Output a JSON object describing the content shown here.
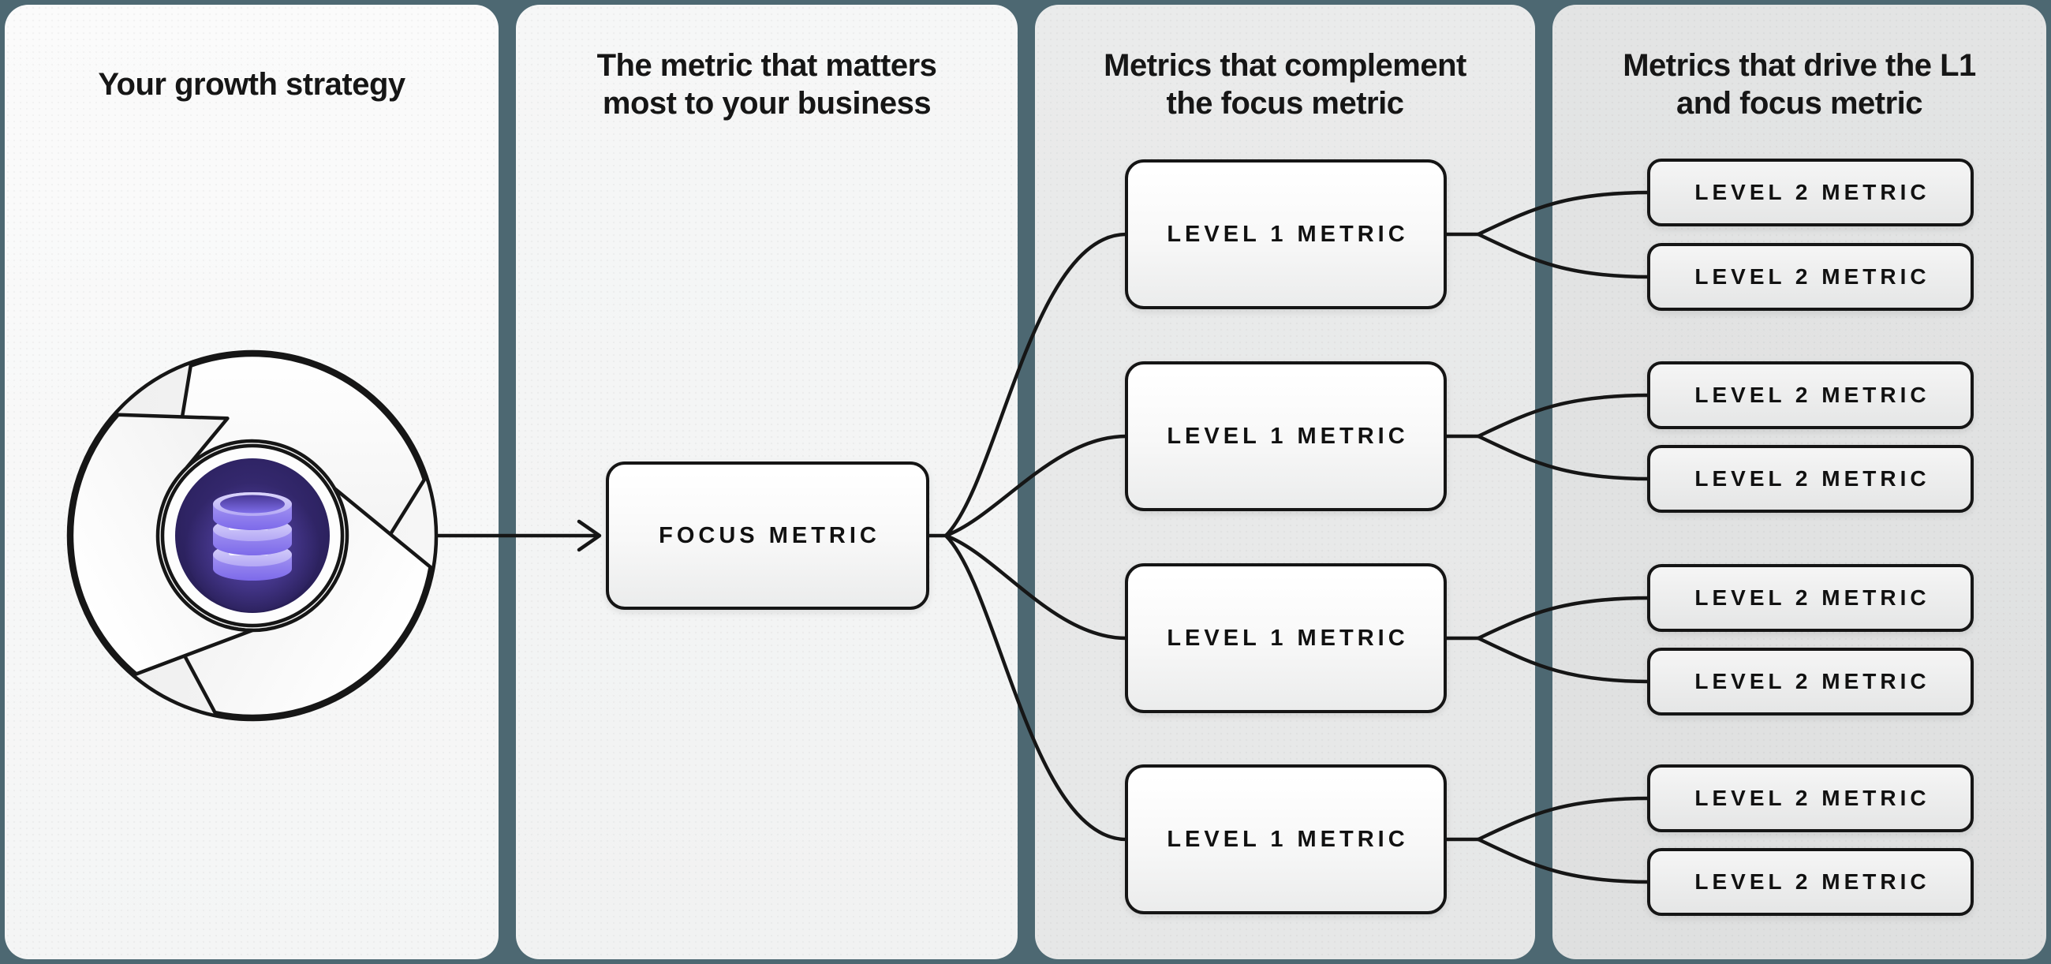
{
  "canvas": {
    "bg_color": "#4d6872"
  },
  "columns": [
    {
      "id": "growth-strategy",
      "title_lines": [
        "Your growth strategy",
        ""
      ]
    },
    {
      "id": "focus-metric",
      "title_lines": [
        "The metric that matters",
        "most to your business"
      ]
    },
    {
      "id": "level1-metrics",
      "title_lines": [
        "Metrics that complement",
        "the focus metric"
      ]
    },
    {
      "id": "level2-metrics",
      "title_lines": [
        "Metrics that drive the L1",
        "and focus metric"
      ]
    }
  ],
  "nodes": {
    "focus": {
      "label": "FOCUS METRIC"
    },
    "level1": [
      {
        "label": "LEVEL 1 METRIC"
      },
      {
        "label": "LEVEL 1 METRIC"
      },
      {
        "label": "LEVEL 1 METRIC"
      },
      {
        "label": "LEVEL 1 METRIC"
      }
    ],
    "level2": [
      {
        "label": "LEVEL 2 METRIC"
      },
      {
        "label": "LEVEL 2 METRIC"
      },
      {
        "label": "LEVEL 2 METRIC"
      },
      {
        "label": "LEVEL 2 METRIC"
      },
      {
        "label": "LEVEL 2 METRIC"
      },
      {
        "label": "LEVEL 2 METRIC"
      },
      {
        "label": "LEVEL 2 METRIC"
      },
      {
        "label": "LEVEL 2 METRIC"
      }
    ]
  },
  "icons": {
    "flywheel": "flywheel-icon",
    "database": "database-icon"
  },
  "colors": {
    "divider_teal": "#4d6872",
    "line_black": "#161616",
    "panel_light": "#f5f6f6",
    "panel_gray": "#e7e8e8",
    "panel_dark_gray": "#e1e2e2",
    "core_purple_dark": "#2a2058",
    "core_purple_mid": "#3d2f7c",
    "disc_purple": "#8f7ff0",
    "disc_lavender": "#cdc5f8"
  }
}
